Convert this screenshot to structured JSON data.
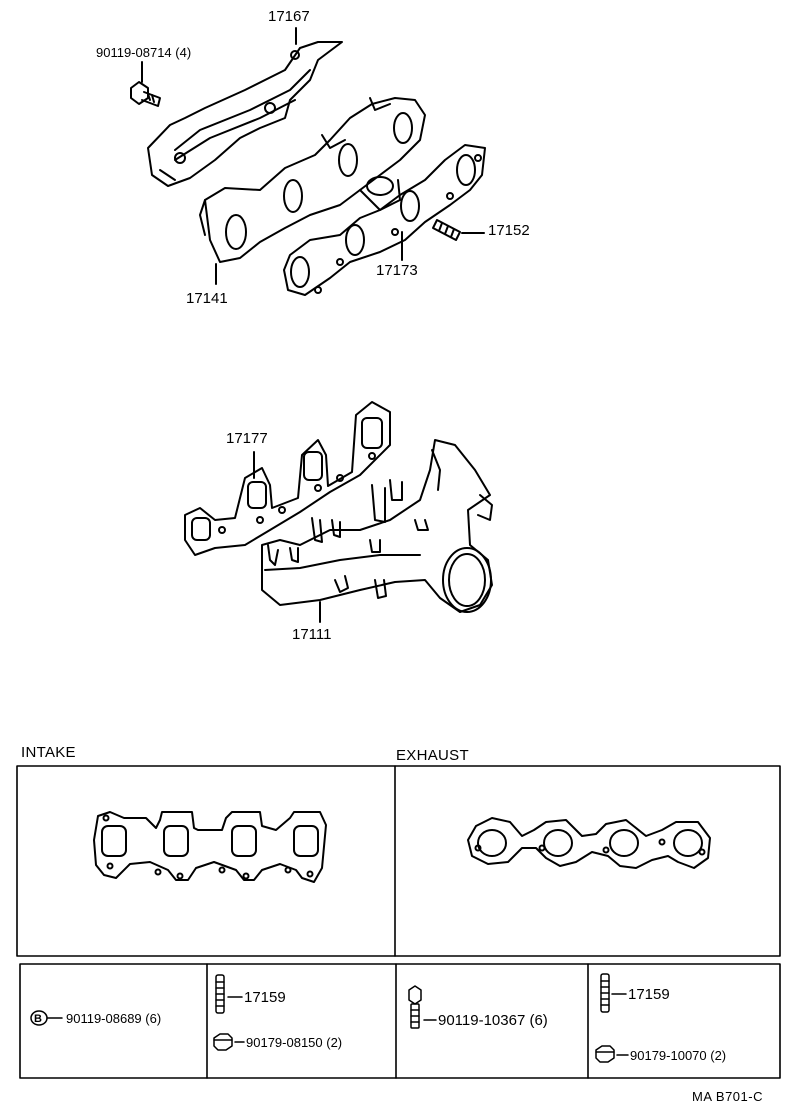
{
  "labels": {
    "heat_insulator": "17167",
    "bolt_top": "90119-08714 (4)",
    "stud_top": "17152",
    "exhaust_gasket": "17173",
    "exhaust_manifold": "17141",
    "intake_gasket": "17177",
    "intake_manifold": "17111"
  },
  "sections": {
    "intake_title": "INTAKE",
    "exhaust_title": "EXHAUST"
  },
  "fasteners": {
    "marker_letter": "B",
    "bolt_b": "90119-08689 (6)",
    "stud_1": "17159",
    "nut_1": "90179-08150 (2)",
    "bolt_2": "90119-10367 (6)",
    "stud_2": "17159",
    "nut_2": "90179-10070 (2)"
  },
  "figure_code": "MA B701-C"
}
